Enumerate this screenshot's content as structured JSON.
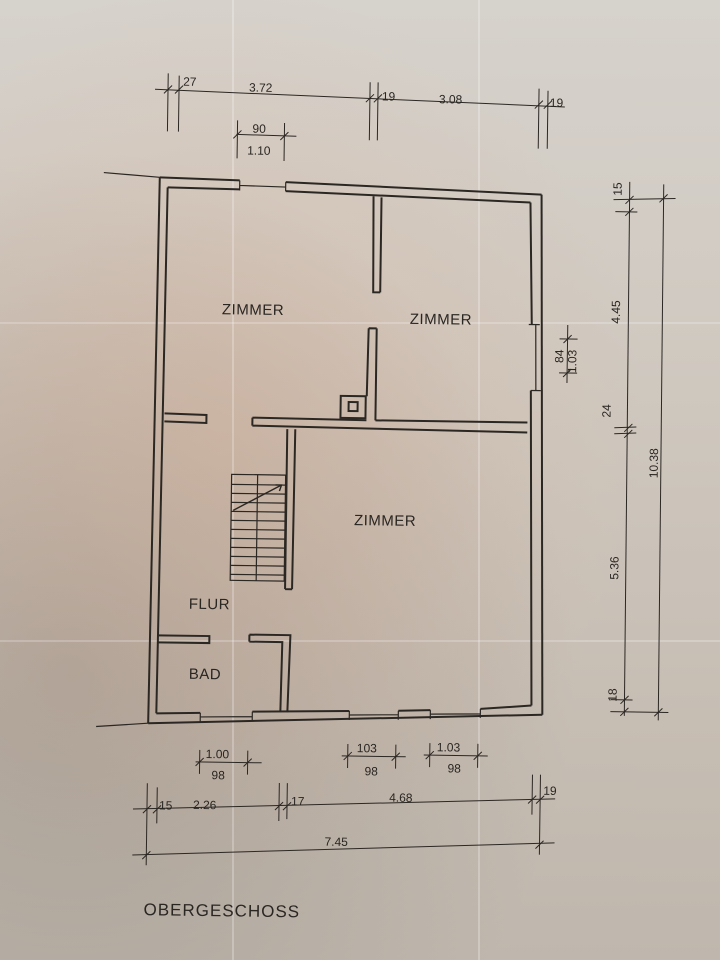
{
  "drawing": {
    "title": "OBERGESCHOSS",
    "rooms": {
      "zimmer_nw": "ZIMMER",
      "zimmer_ne": "ZIMMER",
      "zimmer_s": "ZIMMER",
      "flur": "FLUR",
      "bad": "BAD"
    },
    "dims_top": {
      "a": "27",
      "b": "3.72",
      "c": "19",
      "d": "3.08",
      "e": "19",
      "window_w": "90",
      "window_h": "1.10"
    },
    "dims_right": {
      "a": "15",
      "b": "4.45",
      "window_w": "84",
      "window_h": "1.03",
      "c": "24",
      "d": "5.36",
      "e": "18",
      "total": "10.38"
    },
    "dims_bottom_windows": {
      "w1_a": "1.00",
      "w1_b": "98",
      "w2_a": "103",
      "w2_b": "98",
      "w3_a": "1.03",
      "w3_b": "98"
    },
    "dims_bottom": {
      "a": "15",
      "b": "2.26",
      "c": "17",
      "d": "4.68",
      "e": "19",
      "total": "7.45"
    }
  }
}
